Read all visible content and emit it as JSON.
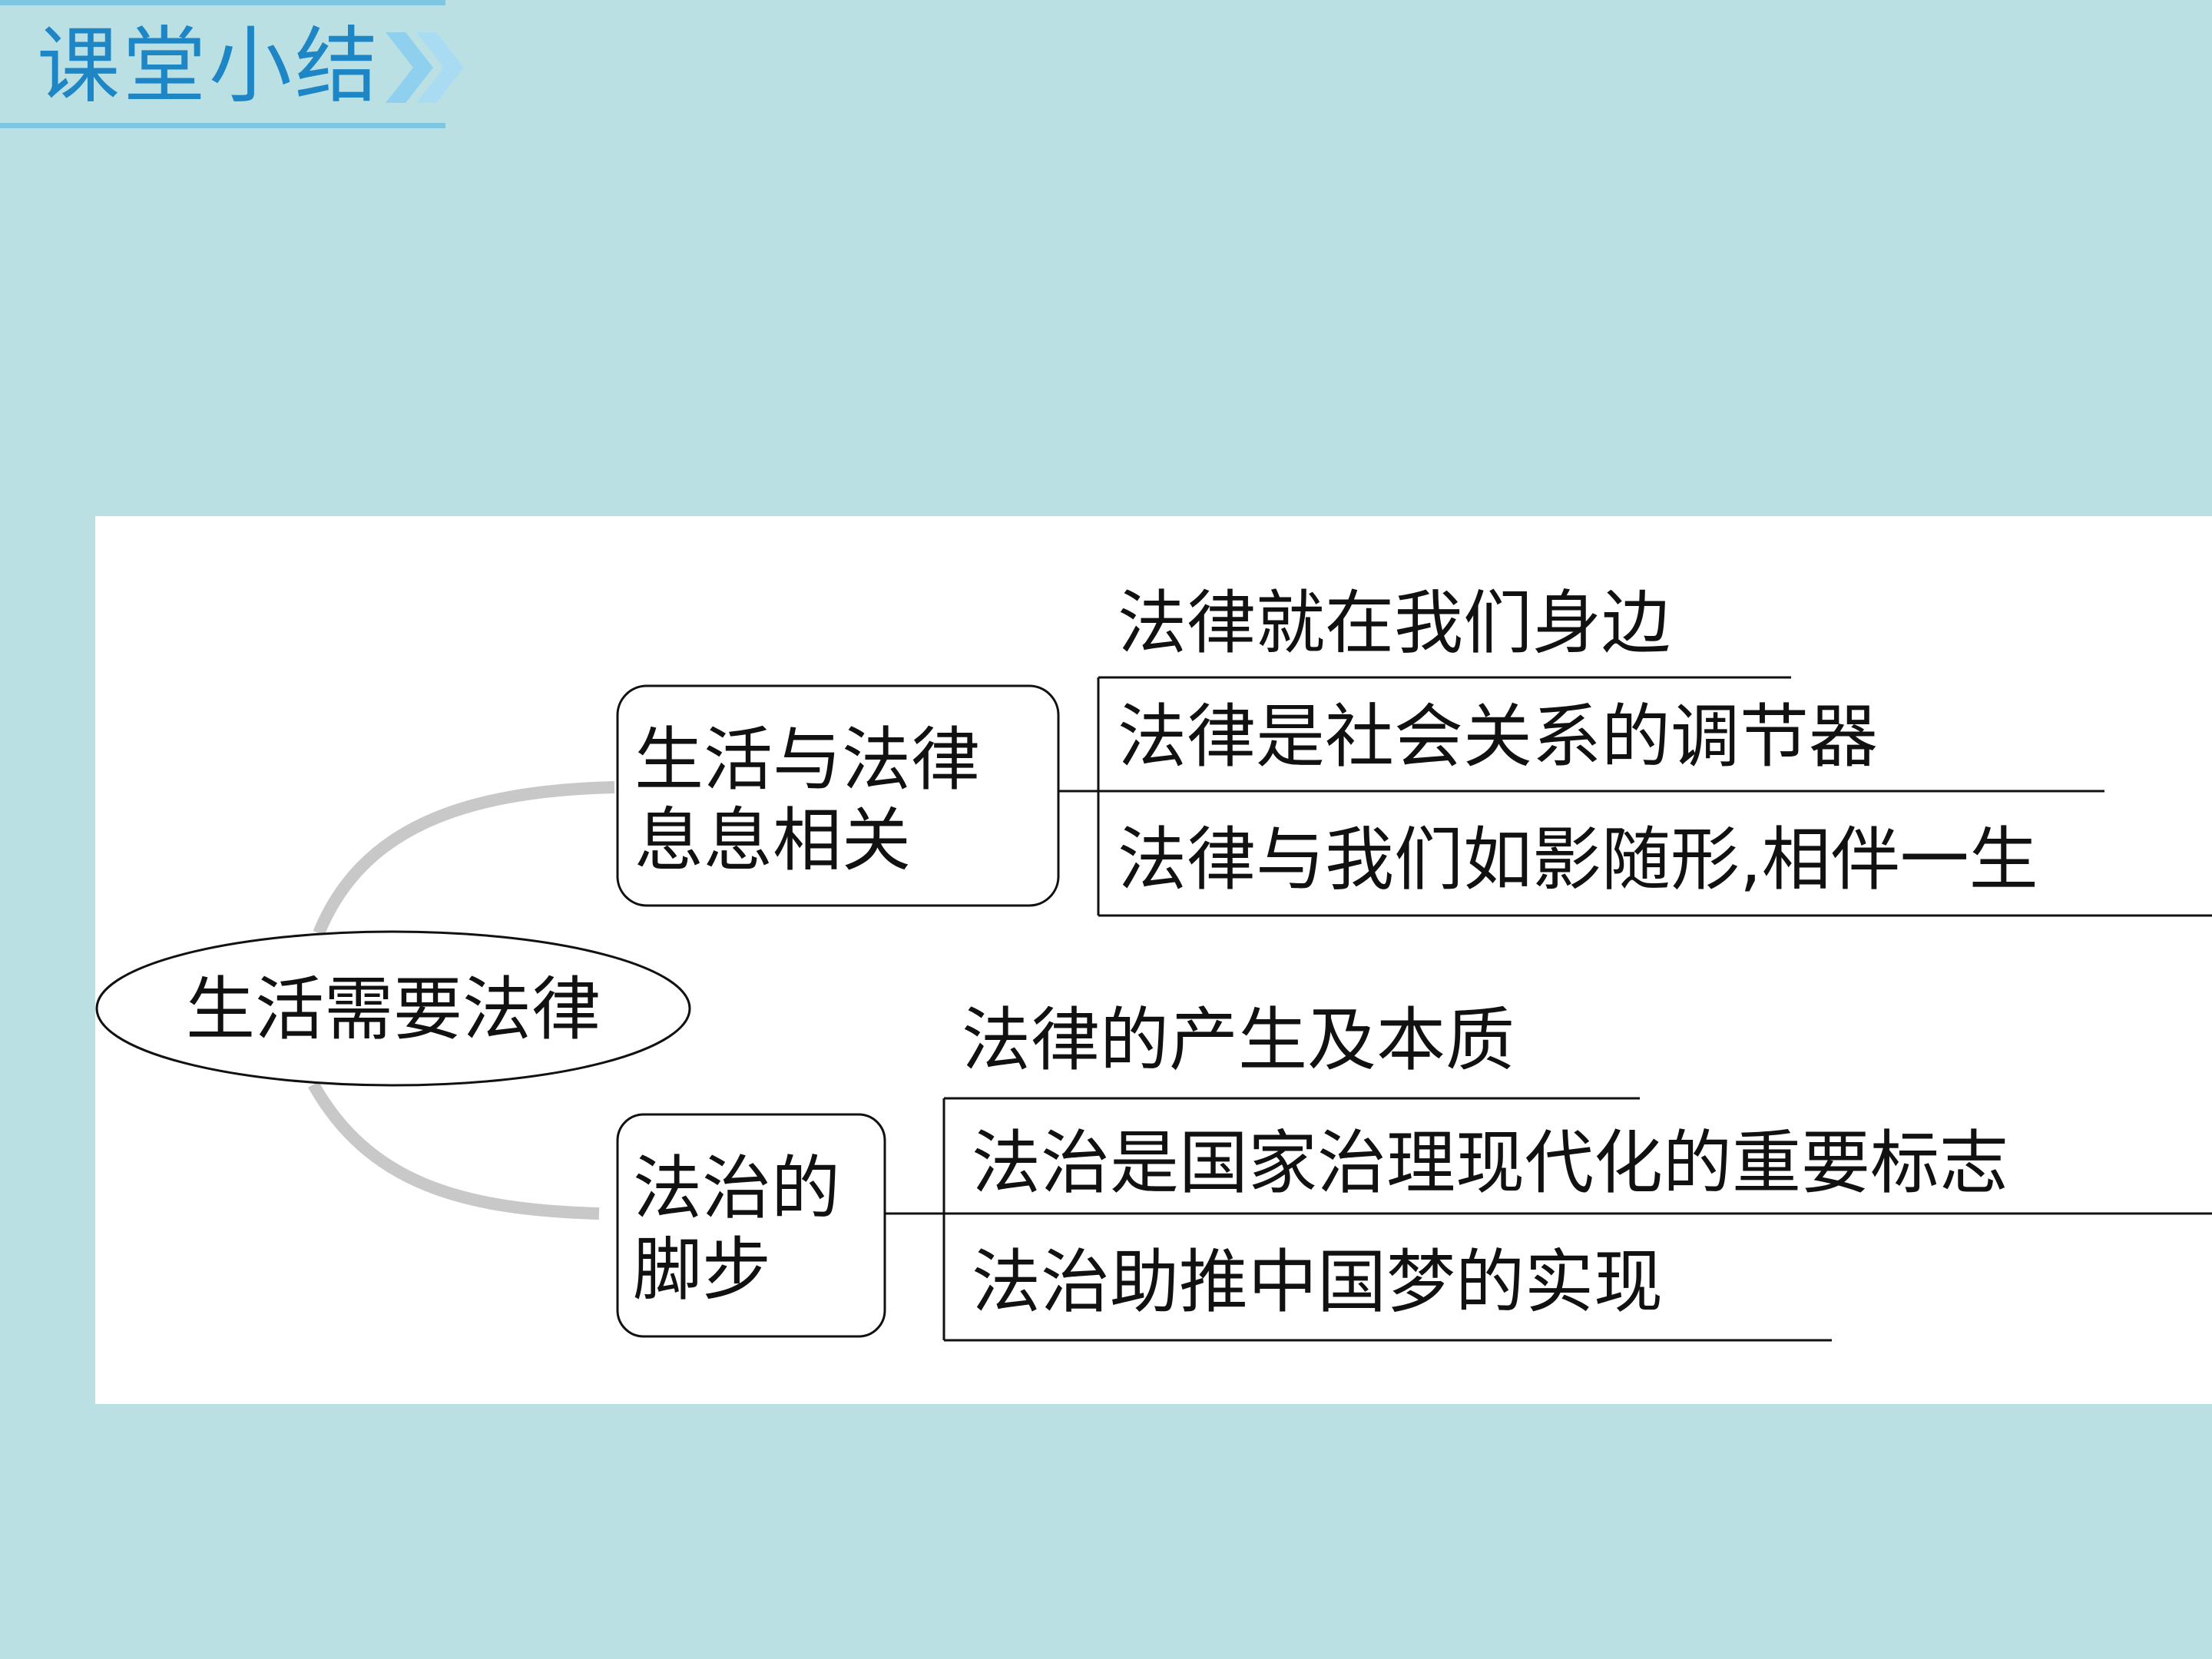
{
  "header": {
    "title": "课堂小结",
    "chevron_icon": "double-chevron-right-icon",
    "accent_color": "#1f86c6"
  },
  "mindmap": {
    "root": "生活需要法律",
    "branches": [
      {
        "label_lines": [
          "生活与法律",
          "息息相关"
        ],
        "items": [
          "法律就在我们身边",
          "法律是社会关系的调节器",
          "法律与我们如影随形,相伴一生"
        ]
      },
      {
        "label_lines": [
          "法治的",
          "脚步"
        ],
        "items": [
          "法律的产生及本质",
          "法治是国家治理现代化的重要标志",
          "法治助推中国梦的实现"
        ]
      }
    ]
  }
}
